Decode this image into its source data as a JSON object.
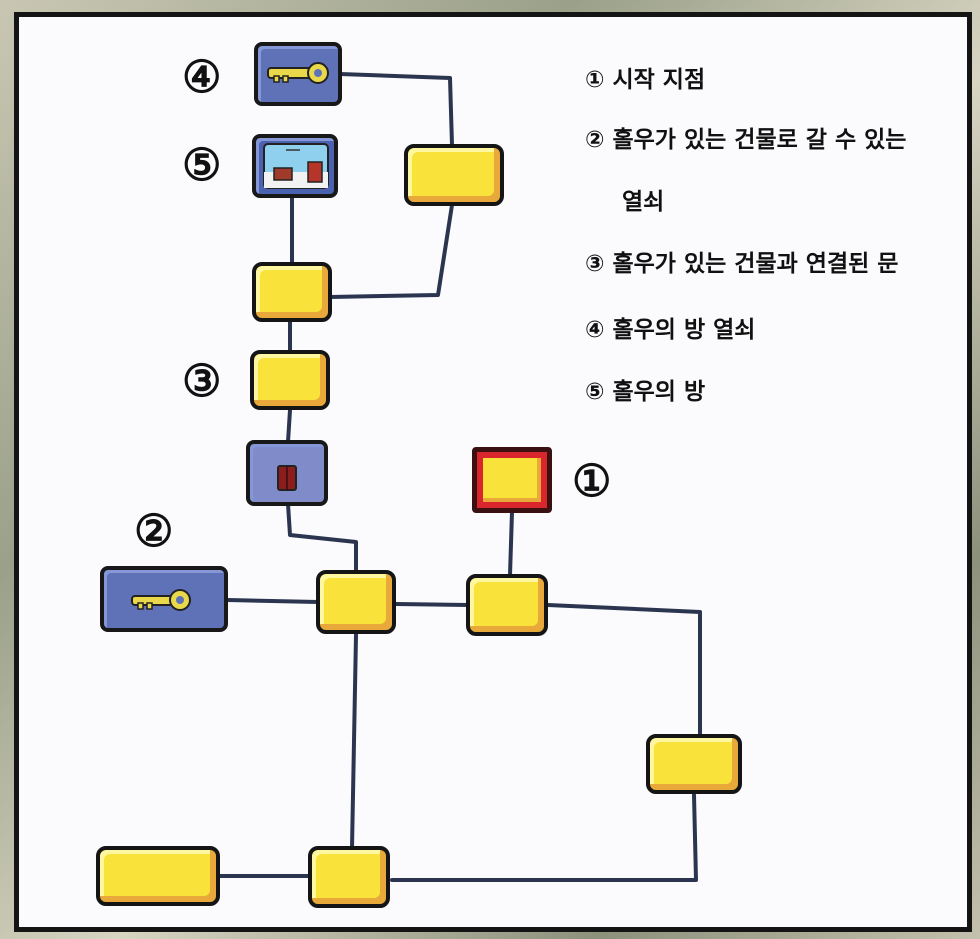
{
  "legend": {
    "item1": "① 시작 지점",
    "item2a": "② 홀우가 있는 건물로 갈 수 있는",
    "item2b": "열쇠",
    "item3": "③ 홀우가 있는 건물과 연결된 문",
    "item4": "④ 홀우의 방 열쇠",
    "item5": "⑤ 홀우의 방"
  },
  "markers": {
    "m1": "①",
    "m2": "②",
    "m3": "③",
    "m4": "④",
    "m5": "⑤"
  },
  "icons": {
    "key4": "key-icon",
    "key2": "key-icon",
    "room5": "room-picture-icon",
    "door3": "door-icon"
  },
  "colors": {
    "room_fill": "#f9e23a",
    "tile_fill": "#5f72b8",
    "start_border": "#d8262c",
    "line": "#2b3550"
  }
}
